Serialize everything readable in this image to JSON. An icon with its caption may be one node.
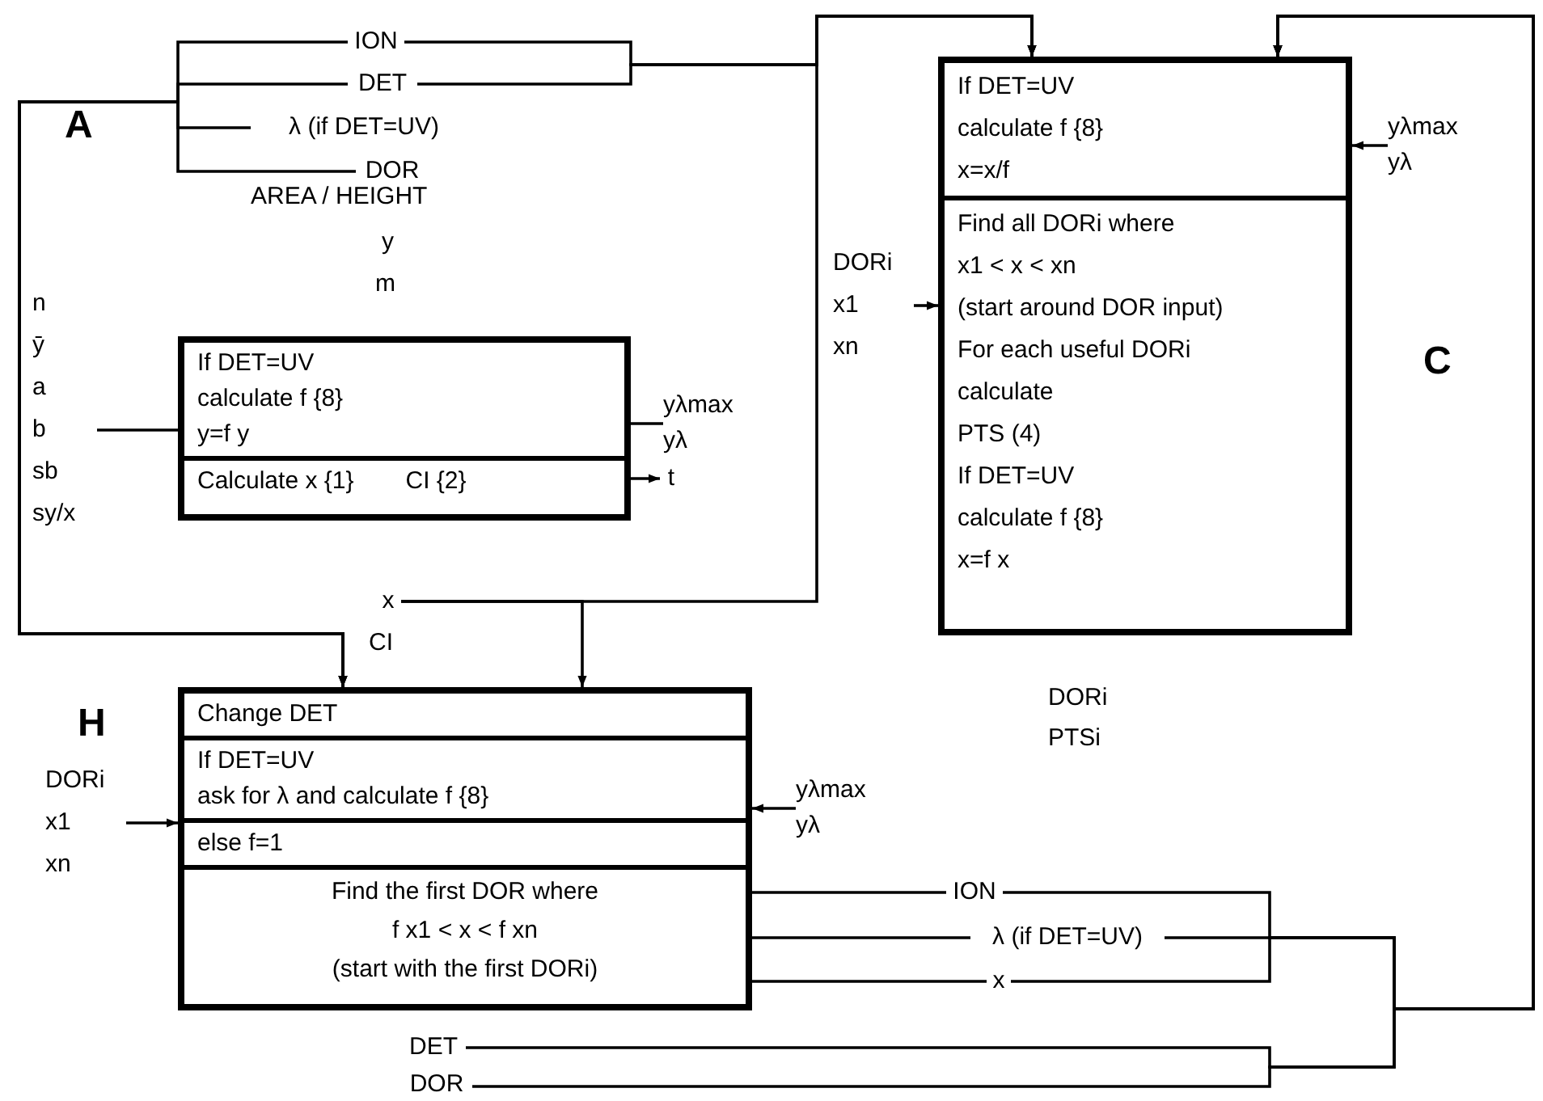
{
  "diagram": {
    "nodes": [
      {
        "text": [],
        "shape": "box"
      },
      {
        "text": [
          "If DET=UV",
          "calculate f {8}",
          "y=f y"
        ],
        "in": 0
      },
      {
        "text": [
          "Calculate x {1}",
          "CI {2}"
        ],
        "in": 0
      },
      {
        "text": [],
        "shape": "box",
        "beside": [
          "C"
        ]
      },
      {
        "text": [
          "If DET=UV",
          "calculate f {8}",
          "x=x/f"
        ],
        "in": 3
      },
      {
        "text": [
          "Find all DORi where",
          "x1 < x < xn",
          "(start around DOR input)",
          "For each useful DORi",
          "calculate",
          "PTS (4)",
          "If DET=UV",
          "calculate f {8}",
          "x=f x"
        ],
        "in": 3
      },
      {
        "text": [],
        "shape": "box"
      },
      {
        "text": [
          "Change DET"
        ],
        "in": 6
      },
      {
        "text": [
          "If DET=UV",
          "ask for λ and calculate f {8}"
        ],
        "in": 6
      },
      {
        "text": [
          "else f=1"
        ],
        "in": 6
      },
      {
        "text": [
          "Find the first DOR where",
          "f x1 < x < f xn",
          "(start with the first DORi)"
        ],
        "in": 6
      },
      {
        "text": [
          "ION"
        ]
      },
      {
        "text": [
          "DET"
        ]
      },
      {
        "text": [
          "λ (if DET=UV)"
        ]
      },
      {
        "text": [
          "DOR"
        ]
      },
      {
        "text": [
          "n",
          "ȳ",
          "a",
          "b",
          "sb",
          "sy/x"
        ]
      },
      {
        "text": [
          "yλmax",
          "yλ"
        ]
      },
      {
        "text": [
          "t"
        ]
      },
      {
        "text": [
          "x"
        ]
      },
      {
        "text": [
          "DORi",
          "x1",
          "xn"
        ]
      },
      {
        "text": [
          "yλmax",
          "yλ"
        ]
      },
      {
        "text": [
          "DORi",
          "x1",
          "xn"
        ]
      },
      {
        "text": [
          "yλmax",
          "yλ"
        ]
      },
      {
        "text": [
          "ION"
        ]
      },
      {
        "text": [
          "λ (if DET=UV)"
        ]
      },
      {
        "text": [
          "x"
        ]
      },
      {
        "text": [
          "DET"
        ]
      },
      {
        "text": [
          "DOR"
        ]
      }
    ],
    "edges": [
      {
        "from": 11,
        "to": 6,
        "arrow": "to"
      },
      {
        "from": 12,
        "to": 6,
        "arrow": "to"
      },
      {
        "from": 13,
        "to": 6,
        "arrow": "to"
      },
      {
        "from": 14,
        "to": 6,
        "arrow": "to"
      },
      {
        "from": 11,
        "to": 3,
        "arrow": "to"
      },
      {
        "from": 12,
        "to": 3,
        "arrow": "to"
      },
      {
        "from": 18,
        "to": 3,
        "arrow": "to"
      },
      {
        "from": 18,
        "to": 6,
        "arrow": "to"
      },
      {
        "from": 15,
        "to": 0,
        "arrow": "none"
      },
      {
        "from": 0,
        "to": 16,
        "arrow": "none"
      },
      {
        "from": 0,
        "to": 17,
        "arrow": "to"
      },
      {
        "from": 19,
        "to": 3,
        "arrow": "to"
      },
      {
        "from": 20,
        "to": 3,
        "arrow": "to"
      },
      {
        "from": 21,
        "to": 6,
        "arrow": "to"
      },
      {
        "from": 22,
        "to": 6,
        "arrow": "to"
      },
      {
        "from": 6,
        "to": 23,
        "arrow": "none"
      },
      {
        "from": 6,
        "to": 24,
        "arrow": "none"
      },
      {
        "from": 6,
        "to": 25,
        "arrow": "none"
      },
      {
        "from": 23,
        "to": 3,
        "arrow": "to"
      },
      {
        "from": 24,
        "to": 3,
        "arrow": "to"
      },
      {
        "from": 25,
        "to": 3,
        "arrow": "to"
      },
      {
        "from": 26,
        "to": 3,
        "arrow": "to"
      },
      {
        "from": 27,
        "to": 3,
        "arrow": "to"
      }
    ],
    "labels": [
      "A",
      "AREA / HEIGHT",
      "y",
      "m",
      "H",
      "CI",
      "DORi",
      "PTSi"
    ]
  }
}
